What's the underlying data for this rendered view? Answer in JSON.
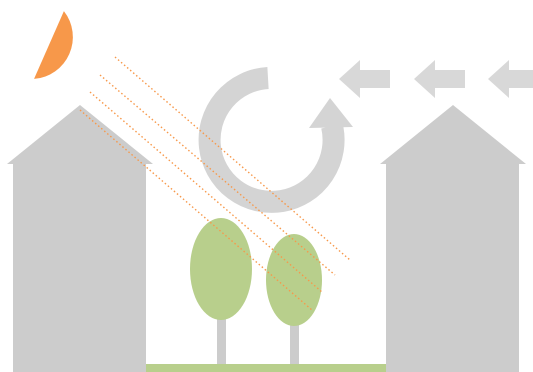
{
  "diagram": {
    "elements": [
      "sun",
      "sun-rays",
      "left-building",
      "right-building",
      "air-circulation-arrow",
      "wind-arrows",
      "trees",
      "ground-strip"
    ],
    "wind_arrow_count": 3,
    "tree_count": 2,
    "sun_ray_count": 4,
    "icons": {
      "sun": "sun-icon",
      "wind": "wind-arrow-icon",
      "circulation": "circular-arrow-icon",
      "tree": "tree-icon",
      "building": "house-icon"
    },
    "colors": {
      "sun": "#f7984a",
      "ray": "#f7984a",
      "building": "#cccccc",
      "circulation": "#d4d4d4",
      "wind": "#d8d8d8",
      "tree_canopy": "#b8cf8c",
      "tree_trunk": "#cccccc",
      "ground": "#b8cf8c",
      "background": "#ffffff"
    }
  }
}
